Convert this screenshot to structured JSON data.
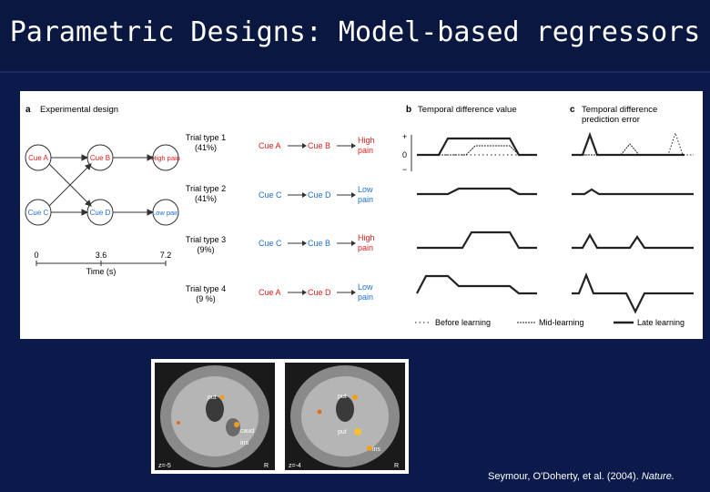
{
  "slide": {
    "title": "Parametric Designs: Model-based regressors",
    "citation_prefix": "Seymour, O'Doherty, et al. (2004). ",
    "citation_journal": "Nature."
  },
  "figure": {
    "panel_a": {
      "letter": "a",
      "title": "Experimental design",
      "nodes": [
        "Cue A",
        "Cue B",
        "High pain",
        "Cue C",
        "Cue D",
        "Low pain"
      ],
      "time_ticks": [
        "0",
        "3.6",
        "7.2"
      ],
      "time_label": "Time (s)",
      "trials": [
        {
          "name": "Trial type 1",
          "pct": "(41%)",
          "cue1": "Cue A",
          "cue2": "Cue B",
          "outcome_l1": "High",
          "outcome_l2": "pain"
        },
        {
          "name": "Trial type 2",
          "pct": "(41%)",
          "cue1": "Cue C",
          "cue2": "Cue D",
          "outcome_l1": "Low",
          "outcome_l2": "pain"
        },
        {
          "name": "Trial type 3",
          "pct": "(9%)",
          "cue1": "Cue C",
          "cue2": "Cue B",
          "outcome_l1": "High",
          "outcome_l2": "pain"
        },
        {
          "name": "Trial type 4",
          "pct": "(9 %)",
          "cue1": "Cue A",
          "cue2": "Cue D",
          "outcome_l1": "Low",
          "outcome_l2": "pain"
        }
      ]
    },
    "panel_b": {
      "letter": "b",
      "title": "Temporal difference value",
      "axis_plus": "+",
      "axis_zero": "0",
      "axis_minus": "−"
    },
    "panel_c": {
      "letter": "c",
      "title_l1": "Temporal difference",
      "title_l2": "prediction error"
    },
    "legend": {
      "before": "Before learning",
      "mid": "Mid-learning",
      "late": "Late learning"
    },
    "colors": {
      "cue": "#e0201c",
      "blue_cue": "#1c6fd0",
      "line": "#222222"
    }
  },
  "brain": {
    "left": {
      "labels": [
        "put",
        "caud",
        "ins"
      ],
      "slice": "z=-5",
      "side": "R"
    },
    "right": {
      "labels": [
        "put",
        "put",
        "ins"
      ],
      "slice": "z=-4",
      "side": "R"
    }
  }
}
